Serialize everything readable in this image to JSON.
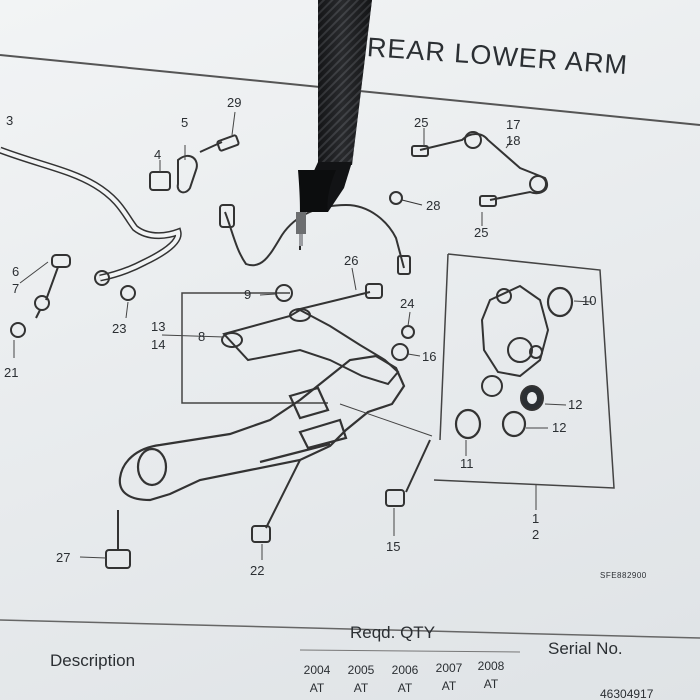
{
  "section_title": "REAR LOWER ARM",
  "callouts": {
    "c1": "1",
    "c2": "2",
    "c3": "3",
    "c4": "4",
    "c5": "5",
    "c6": "6",
    "c7": "7",
    "c8": "8",
    "c9": "9",
    "c10": "10",
    "c11": "11",
    "c12a": "12",
    "c12b": "12",
    "c13": "13",
    "c14": "14",
    "c15": "15",
    "c16": "16",
    "c17": "17",
    "c18": "18",
    "c21": "21",
    "c22": "22",
    "c23": "23",
    "c24": "24",
    "c25a": "25",
    "c25b": "25",
    "c26": "26",
    "c27": "27",
    "c28": "28",
    "c29": "29"
  },
  "diagram_code": "SFE882900",
  "table": {
    "description": "Description",
    "reqd_qty": "Reqd. QTY",
    "serial_no": "Serial No.",
    "years": [
      "2004",
      "2005",
      "2006",
      "2007",
      "2008"
    ],
    "transmissions": [
      "AT",
      "AT",
      "AT",
      "AT",
      "AT"
    ],
    "partial_serial": "46304917"
  },
  "colors": {
    "paper": "#eef0f2",
    "ink": "#2b2f33",
    "pen": "#1c1d1f"
  }
}
